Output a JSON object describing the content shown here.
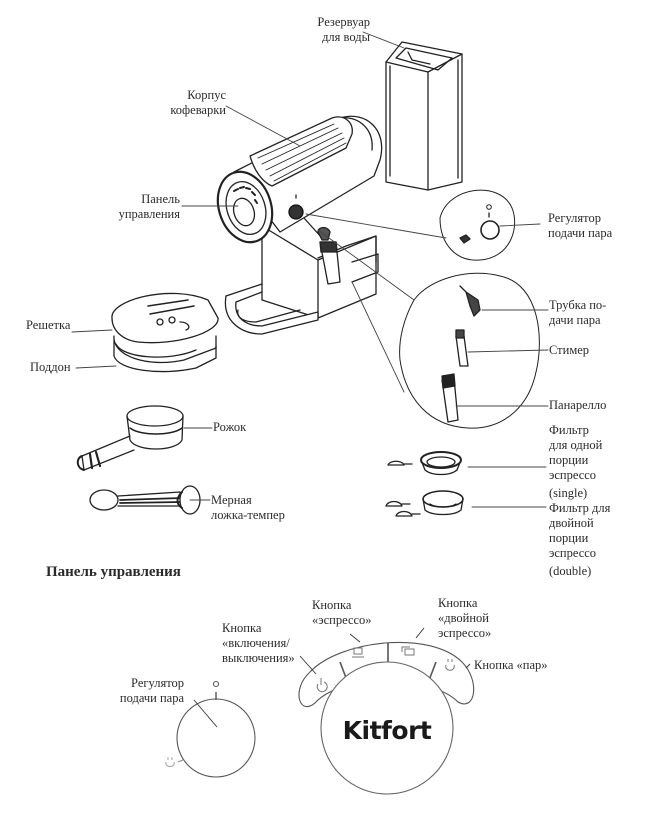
{
  "diagram": {
    "subject": "Espresso coffee machine — parts diagram",
    "labels": {
      "water_tank": [
        "Резервуар",
        "для воды"
      ],
      "body": [
        "Корпус",
        "кофеварки"
      ],
      "control_panel": [
        "Панель",
        "управления"
      ],
      "steam_regulator": [
        "Регулятор",
        "подачи пара"
      ],
      "steam_tube": [
        "Трубка по-",
        "дачи пара"
      ],
      "steamer": [
        "Стимер"
      ],
      "panarello": [
        "Панарелло"
      ],
      "grate": [
        "Решетка"
      ],
      "drip_tray": [
        "Поддон"
      ],
      "portafilter": [
        "Рожок"
      ],
      "scoop_tamper": [
        "Мерная",
        "ложка-темпер"
      ],
      "filter_single": [
        "Фильтр",
        "для одной",
        "порции",
        "эспрессо",
        "(single)"
      ],
      "filter_double": [
        "Фильтр для",
        "двойной",
        "порции",
        "эспрессо",
        "(double)"
      ]
    },
    "control_panel_section": {
      "title": "Панель управления",
      "labels": {
        "power_button": [
          "Кнопка",
          "«включения/",
          "выключения»"
        ],
        "espresso_button": [
          "Кнопка",
          "«эспрессо»"
        ],
        "double_espresso_button": [
          "Кнопка",
          "«двойной",
          "эспрессо»"
        ],
        "steam_button": [
          "Кнопка «пар»"
        ],
        "steam_regulator": [
          "Регулятор",
          "подачи пара"
        ]
      },
      "brand": "Kitfort",
      "icons": [
        "power-icon",
        "cup-icon",
        "double-cup-icon",
        "steam-icon"
      ]
    }
  }
}
